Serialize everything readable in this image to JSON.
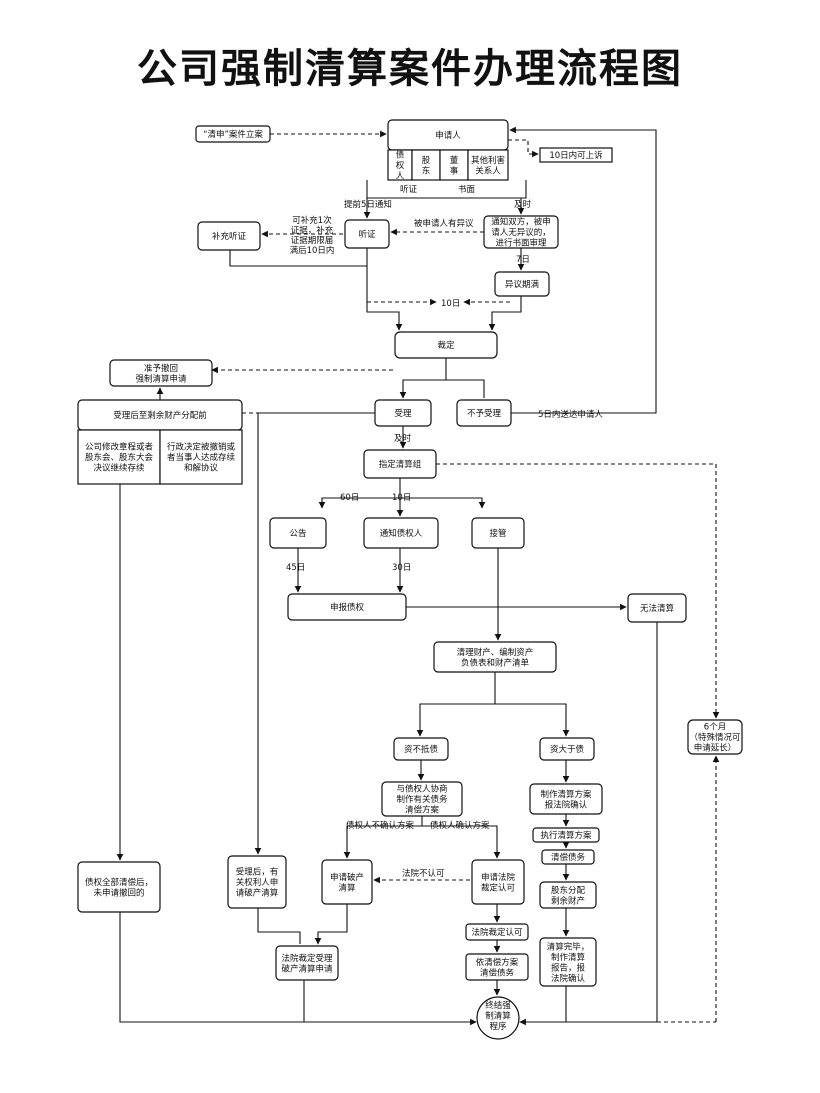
{
  "title": "公司强制清算案件办理流程图",
  "nodes": {
    "filing": [
      "“清申”案件立案"
    ],
    "applicant": [
      "申请人"
    ],
    "creditor": [
      "债",
      "权",
      "人"
    ],
    "shareholder": [
      "股",
      "东"
    ],
    "director": [
      "董",
      "事"
    ],
    "other_party": [
      "其他利害",
      "关系人"
    ],
    "appeal_10d": [
      "10日内可上诉"
    ],
    "supplement_hearing": [
      "补充听证"
    ],
    "hearing": [
      "听证"
    ],
    "notify_parties": [
      "通知双方，被申",
      "请人无异议的，",
      "进行书面审理"
    ],
    "objection_expiry": [
      "异议期满"
    ],
    "ruling": [
      "裁定"
    ],
    "withdraw_approved": [
      "准予撤回",
      "强制清算申请"
    ],
    "accepted_before": [
      "受理后至剩余财产分配前"
    ],
    "amend_charter": [
      "公司修改章程或者",
      "股东会、股东大会",
      "决议继续存续"
    ],
    "admin_revoked": [
      "行政决定被撤销或",
      "者当事人达成存续",
      "和解协议"
    ],
    "accept": [
      "受理"
    ],
    "reject": [
      "不予受理"
    ],
    "appoint_team": [
      "指定清算组"
    ],
    "announce": [
      "公告"
    ],
    "notify_creditors": [
      "通知债权人"
    ],
    "take_over": [
      "接管"
    ],
    "declare_claims": [
      "申报债权"
    ],
    "cannot_liquidate": [
      "无法清算"
    ],
    "inventory": [
      "清理财产、编制资产",
      "负债表和财产清单"
    ],
    "insolvent": [
      "资不抵债"
    ],
    "solvent": [
      "资大于债"
    ],
    "negotiate": [
      "与债权人协商",
      "制作有关债务",
      "清偿方案"
    ],
    "make_plan": [
      "制作清算方案",
      "报法院确认"
    ],
    "execute_plan": [
      "执行清算方案"
    ],
    "pay_debts": [
      "清偿债务"
    ],
    "distribute": [
      "股东分配",
      "剩余财产"
    ],
    "report": [
      "清算完毕，",
      "制作清算",
      "报告，报",
      "法院确认"
    ],
    "six_months": [
      "6个月",
      "（特殊情况可",
      "申请延长）"
    ],
    "debts_paid": [
      "债权全部清偿后，",
      "未申请撤回的"
    ],
    "bankruptcy_related": [
      "受理后，有",
      "关权利人申",
      "请破产清算"
    ],
    "apply_bankruptcy": [
      "申请破产",
      "清算"
    ],
    "apply_court": [
      "申请法院",
      "裁定认可"
    ],
    "court_ruling_approve": [
      "法院裁定认可"
    ],
    "pay_by_plan": [
      "依清偿方案",
      "清偿债务"
    ],
    "court_accept_bankruptcy": [
      "法院裁定受理",
      "破产清算申请"
    ],
    "terminate": [
      "终结强",
      "制清算",
      "程序"
    ]
  },
  "labels": {
    "hearing_label": "听证",
    "written_label": "书面",
    "notify_5d": "提前5日通知",
    "timely": "及时",
    "objection": "被申请人有异议",
    "supplement_note": [
      "可补充1次",
      "证据，补充",
      "证据期限届",
      "满后10日内"
    ],
    "days_7": "7日",
    "days_10_ruling": "10日",
    "timely_accept": "及时",
    "deliver_5d": "5日内送达申请人",
    "d60": "60日",
    "d10": "10日",
    "d45": "45日",
    "d30": "30日",
    "creditor_reject": "债权人不确认方案",
    "creditor_confirm": "债权人确认方案",
    "court_reject": "法院不认可"
  }
}
